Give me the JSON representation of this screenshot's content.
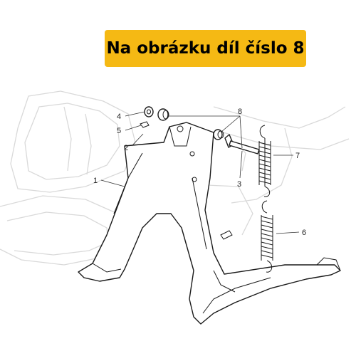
{
  "banner": {
    "text": "Na obrázku díl číslo 8"
  },
  "callouts": [
    {
      "id": "1",
      "label": "1"
    },
    {
      "id": "2",
      "label": "2"
    },
    {
      "id": "3",
      "label": "3"
    },
    {
      "id": "4",
      "label": "4"
    },
    {
      "id": "5",
      "label": "5"
    },
    {
      "id": "6",
      "label": "6"
    },
    {
      "id": "7",
      "label": "7"
    },
    {
      "id": "8",
      "label": "8"
    }
  ],
  "colors": {
    "banner": "#f5b914",
    "banner_text": "#000000",
    "line": "#1a1a1a",
    "ghost": "#d9d9d9"
  }
}
